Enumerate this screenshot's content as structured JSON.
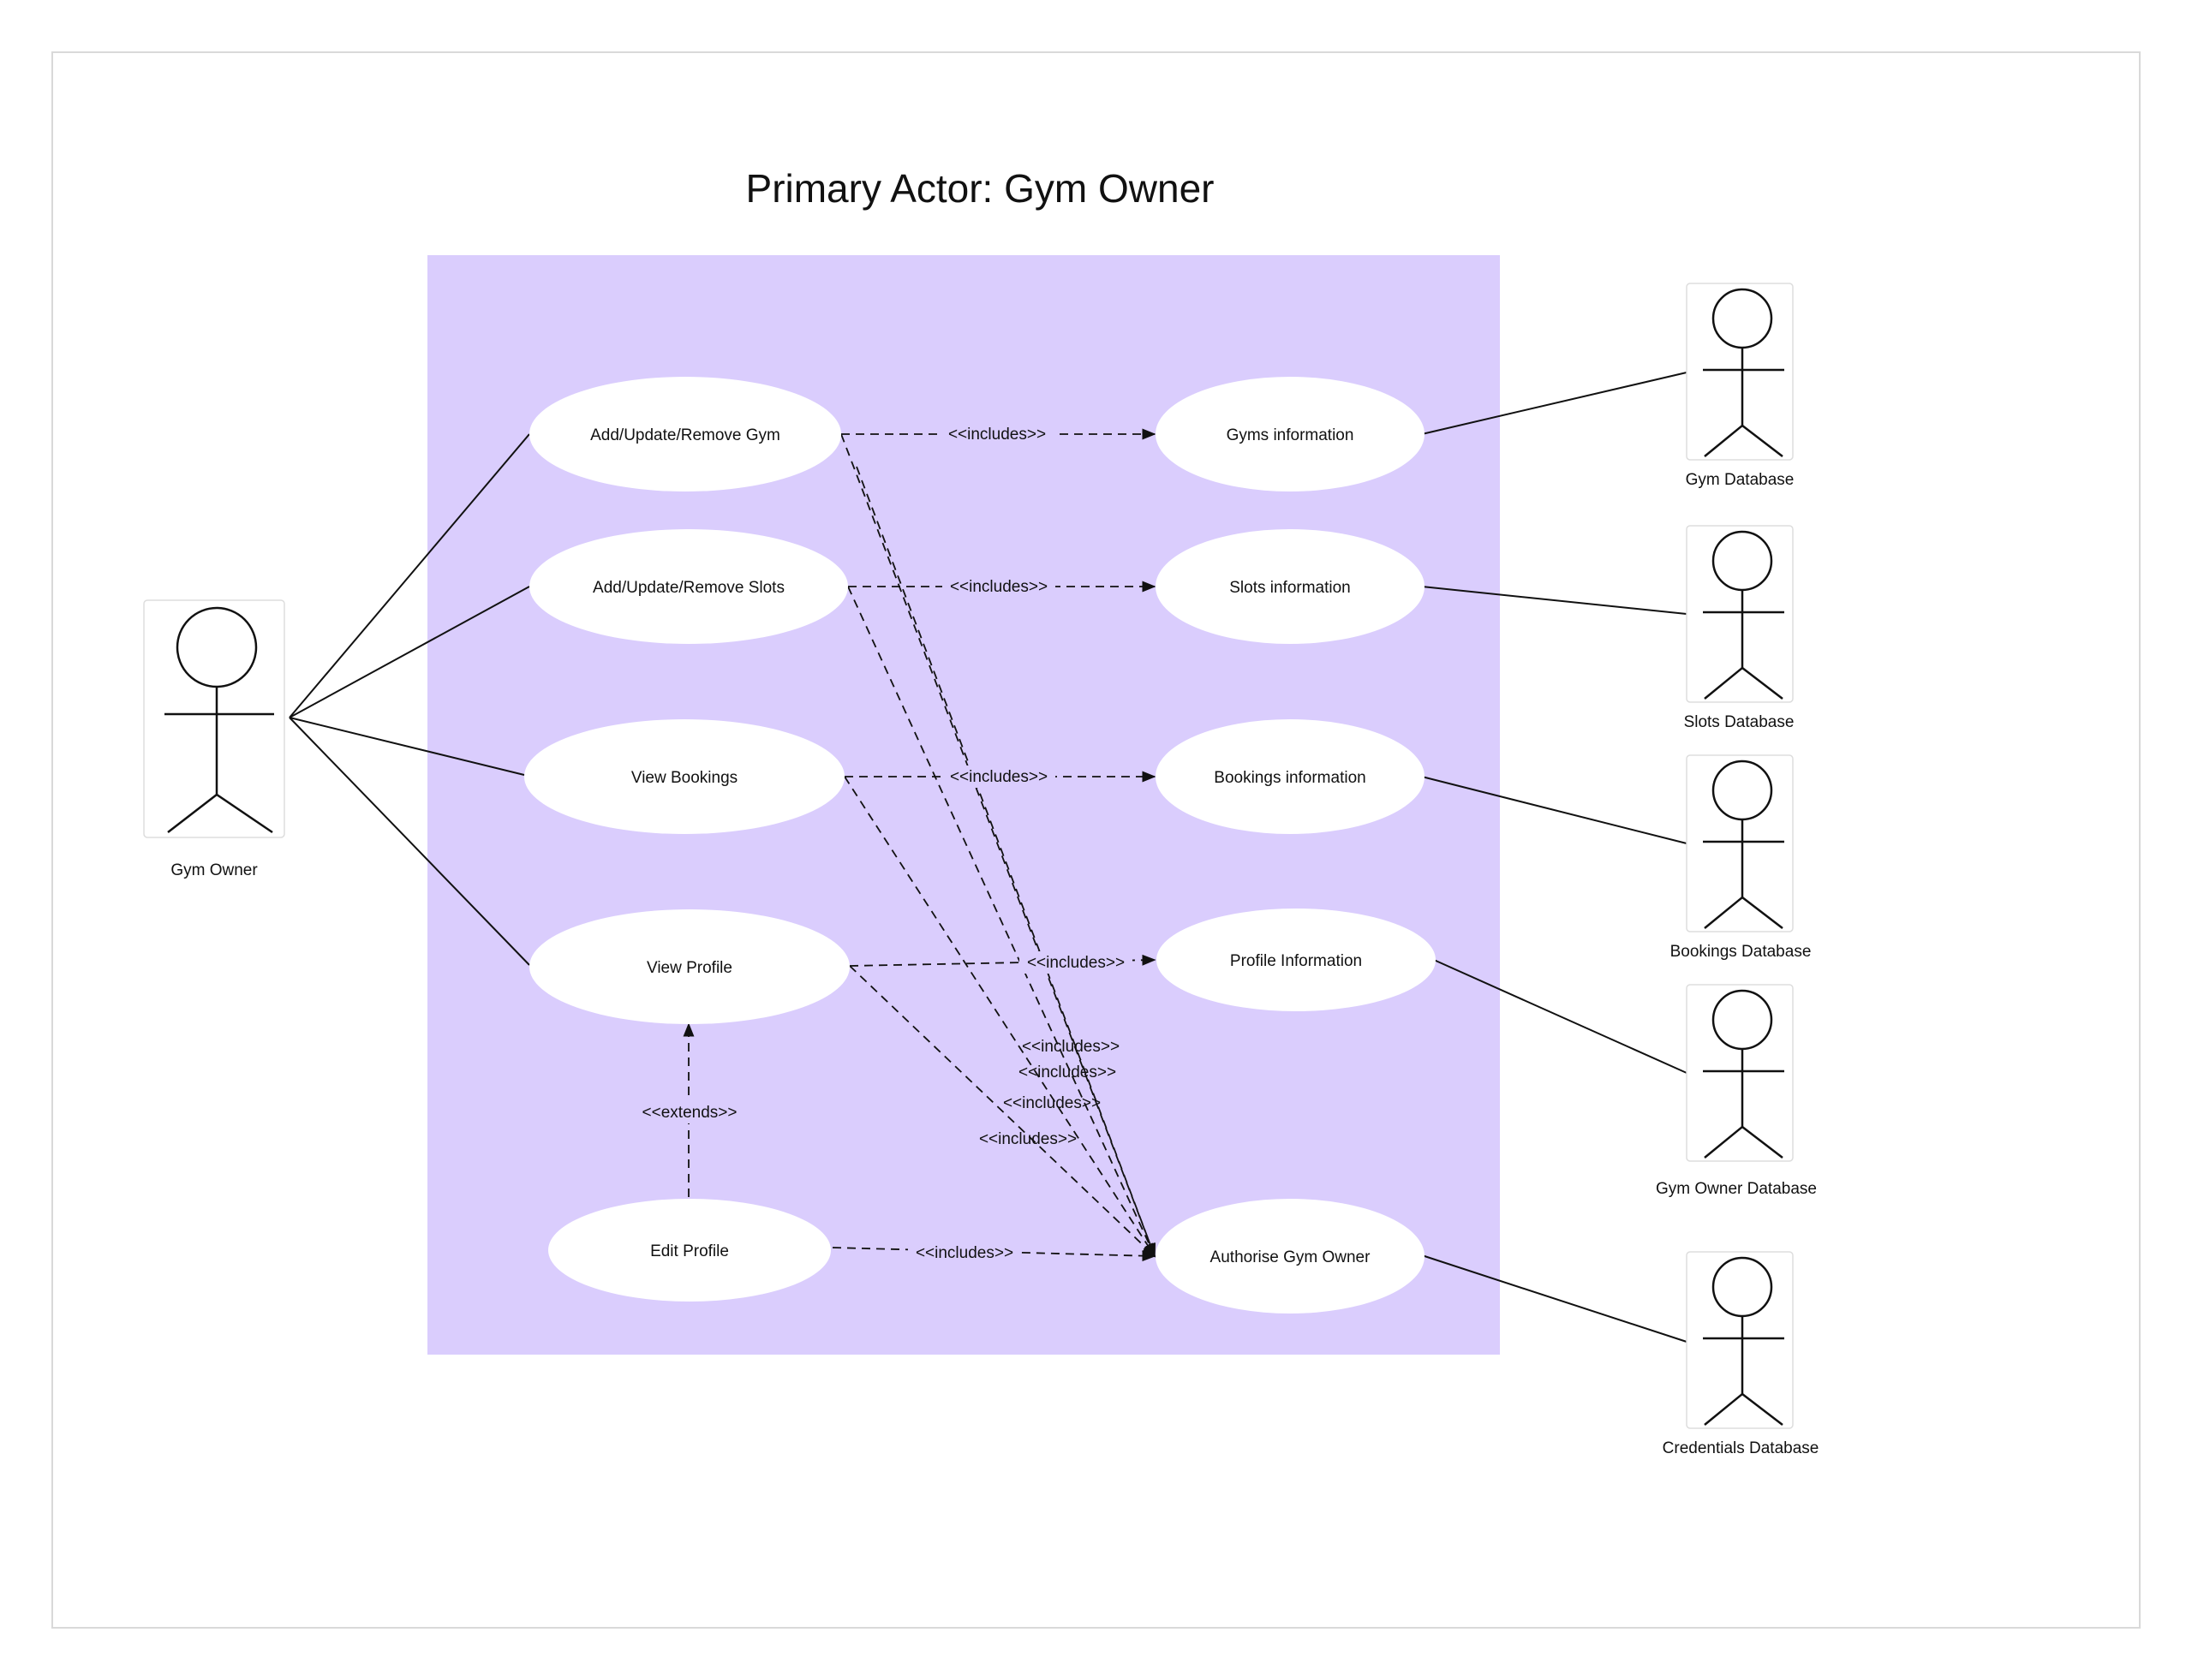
{
  "title": "Primary Actor: Gym Owner",
  "actors": {
    "gym_owner": "Gym Owner",
    "gym_db": "Gym Database",
    "slots_db": "Slots Database",
    "bookings_db": "Bookings Database",
    "owner_db": "Gym Owner Database",
    "credentials_db": "Credentials Database"
  },
  "use_cases": {
    "add_gym": "Add/Update/Remove Gym",
    "add_slots": "Add/Update/Remove Slots",
    "view_bookings": "View Bookings",
    "view_profile": "View Profile",
    "edit_profile": "Edit Profile",
    "gyms_info": "Gyms information",
    "slots_info": "Slots information",
    "bookings_info": "Bookings information",
    "profile_info": "Profile Information",
    "authorise": "Authorise Gym Owner"
  },
  "relations": {
    "includes": "<<includes>>",
    "extends": "<<extends>>"
  },
  "colors": {
    "system_boundary": "#dacdfd",
    "use_case_fill": "#ffffff",
    "line": "#111111"
  }
}
